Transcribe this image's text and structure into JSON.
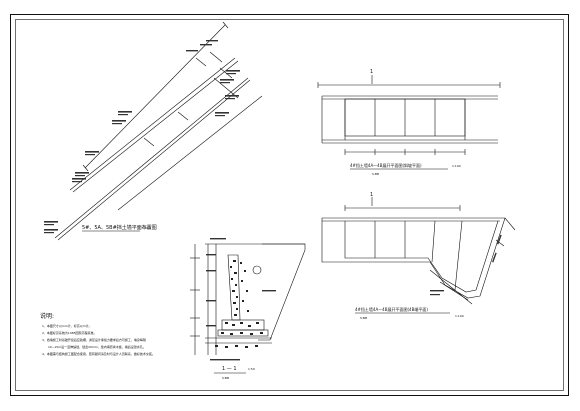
{
  "drawing": {
    "plan_view_title": "5#、5A、5B#挡土墙平面布置图",
    "plan_view_scale": "1:500",
    "elevation_a_title": "4#挡土墙4A—4B展开平面图(斜坡平面)",
    "elevation_a_scale": "1:100",
    "elevation_a_note": "S:BB",
    "elevation_b_title": "4#挡土墙4A—4B展开平面图(4B端平面)",
    "elevation_b_scale": "1:100",
    "elevation_b_note": "S:BB",
    "section_title": "1 — 1",
    "section_scale": "1:50",
    "section_note": "S:BB",
    "axis_marker": "1",
    "notes": {
      "heading": "说明:",
      "items": [
        "1、本图尺寸以mm计，标高以m计。",
        "2、本图标高系统为1985国家高程基准。",
        "3、挡墙施工时基础开挖后应验槽，满足设计承载力要求后方可施工，墙身每隔",
        "10~15m设一道伸缩缝，缝宽20mm，缝内填沥青木板，墙后设泄水孔。",
        "4、本图需与结构施工图配合使用，若有疑问请及时与设计人员联系，做好技术交底。"
      ]
    }
  }
}
